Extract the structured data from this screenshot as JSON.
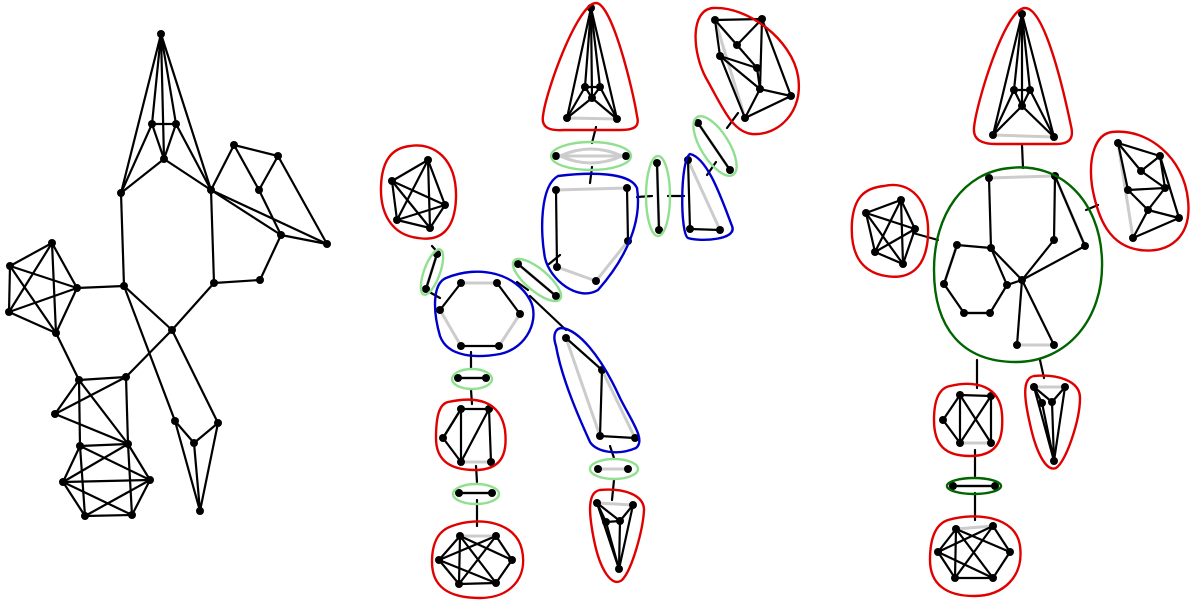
{
  "figure": {
    "colors": {
      "edge": "#000000",
      "node": "#000000",
      "virtual_edge": "#cccccc",
      "rigid_component": "#e00000",
      "series_component": "#0000cc",
      "parallel_component": "#90e090",
      "merged_component": "#006400"
    },
    "panels": [
      {
        "id": "original-graph",
        "region_count": 0
      },
      {
        "id": "decomposition-tree",
        "region_count": 21
      },
      {
        "id": "merged-decomposition",
        "region_count": 9
      }
    ]
  }
}
